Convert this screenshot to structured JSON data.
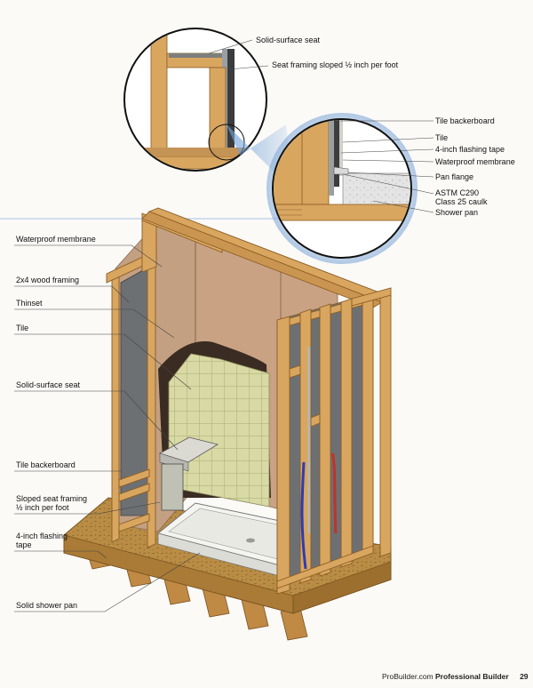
{
  "callouts_left": {
    "waterproof_membrane": "Waterproof membrane",
    "wood_framing": "2x4 wood framing",
    "thinset": "Thinset",
    "tile": "Tile",
    "solid_surface_seat": "Solid-surface seat",
    "tile_backerboard": "Tile backerboard",
    "sloped_seat_framing": "Sloped seat framing ½ inch per foot",
    "flashing_tape": "4-inch flashing tape",
    "solid_shower_pan": "Solid shower pan"
  },
  "detail_top": {
    "solid_surface_seat": "Solid-surface seat",
    "seat_framing_sloped": "Seat framing sloped ½ inch per foot"
  },
  "detail_right": {
    "tile_backerboard": "Tile backerboard",
    "tile": "Tile",
    "flashing_tape": "4-inch flashing tape",
    "waterproof_membrane": "Waterproof membrane",
    "pan_flange": "Pan flange",
    "caulk": "ASTM C290 Class 25 caulk",
    "shower_pan": "Shower pan"
  },
  "footer": {
    "site": "ProBuilder.com",
    "magazine": "Professional Builder",
    "page": "29"
  },
  "colors": {
    "lumber": "#d9a660",
    "lumber_dark": "#b07a38",
    "osb": "#b98d45",
    "membrane": "#c9a284",
    "tile": "#d8d9a4",
    "pan": "#f2f2ef",
    "backerboard": "#6d7073",
    "circle_glow": "#7da6d8"
  }
}
